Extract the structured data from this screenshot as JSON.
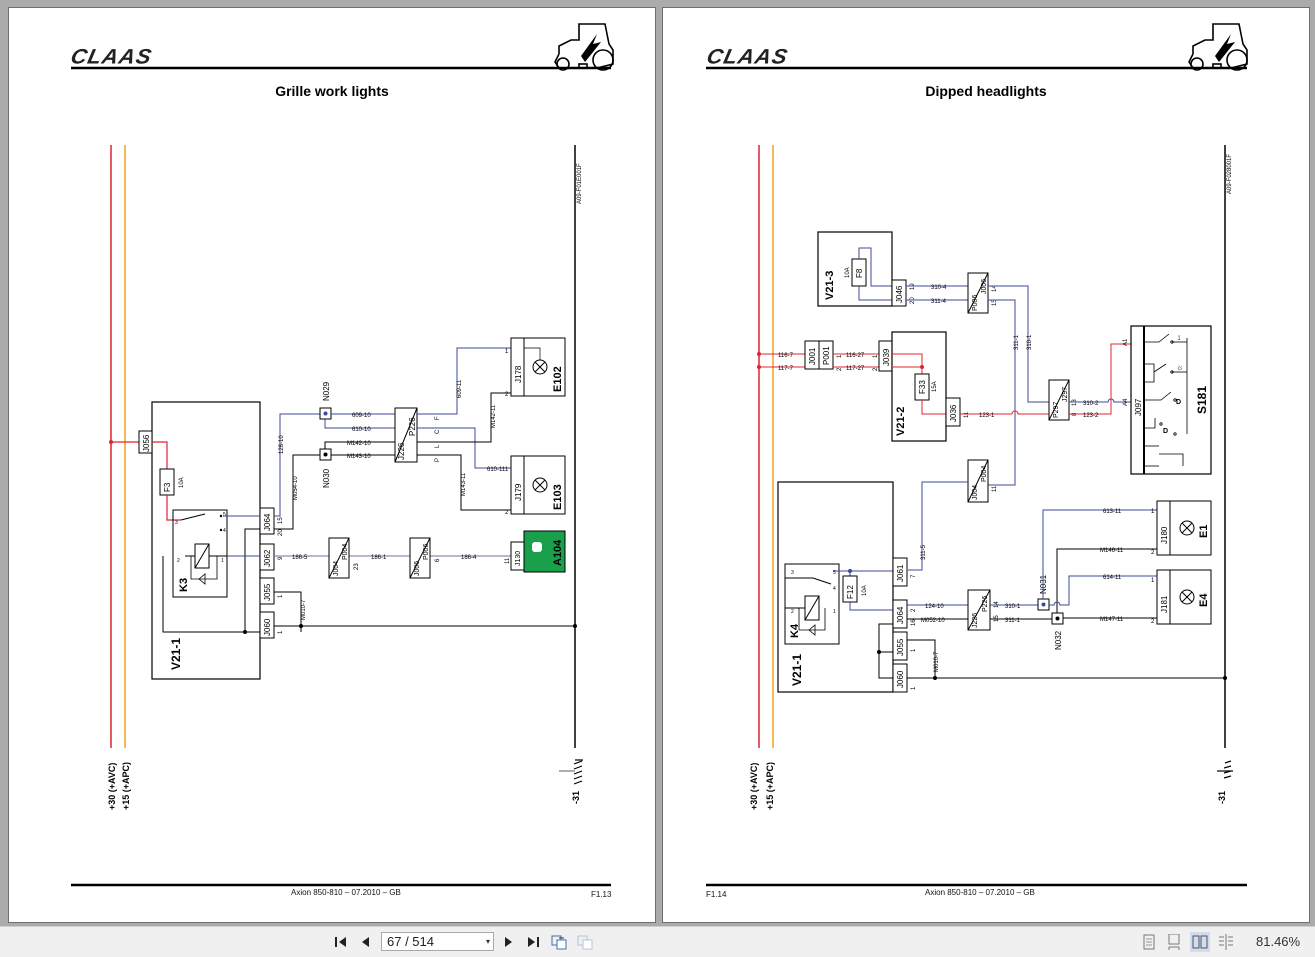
{
  "viewer": {
    "page_indicator": "67 / 514",
    "zoom_level": "81.46%",
    "nav": {
      "first": "first-page",
      "prev": "previous-page",
      "next": "next-page",
      "last": "last-page"
    },
    "view_modes": [
      "single-page",
      "continuous",
      "two-page",
      "two-page-continuous"
    ],
    "active_view_mode": "two-page"
  },
  "colors": {
    "wire_red": "#e0242f",
    "wire_orange": "#f0a020",
    "wire_blue": "#3c4a9a",
    "module_green": "#1aa04a"
  },
  "left_page": {
    "logo": "CLAAS",
    "title": "Grille work lights",
    "doc_code": "A09-F01E001F",
    "footer_center": "Axion 850-810 – 07.2010 – GB",
    "footer_page": "F1.13",
    "rails": {
      "plus30": "+30 (+AVC)",
      "plus15": "+15 (+APC)",
      "ground": "-31"
    },
    "labels": {
      "module": "V21-1",
      "relay": "K3",
      "fuse": "F3",
      "fuse_rating": "10A",
      "j056": "J056",
      "j064": "J064",
      "j062": "J062",
      "j055": "J055",
      "j060": "J060",
      "pin15": "15",
      "pin20": "20",
      "pin9": "9",
      "pin1a": "1",
      "pin1b": "1",
      "r3": "3",
      "r5": "5",
      "r4": "4",
      "r2": "2",
      "r1": "1",
      "w128": "128-10",
      "wM054": "M054-10",
      "wM010": "M010-7",
      "n029": "N029",
      "n030": "N030",
      "w609_10": "609-10",
      "w610_10": "610-10",
      "wM142_10": "M142-10",
      "wM143_10": "M143-10",
      "j226": "J226",
      "p226": "P226",
      "pinF": "F",
      "pinC": "C",
      "pinL": "L",
      "pinP": "P",
      "w609_11": "609-11",
      "wM142_11": "M142-11",
      "w610_11": "610-11",
      "wM143_11": "M143-11",
      "j178": "J178",
      "e102": "E102",
      "j179": "J179",
      "e103": "E103",
      "lp1a": "1",
      "lp2a": "2",
      "lp1b": "1",
      "lp2b": "2",
      "w186_5": "186-5",
      "j004": "J004",
      "p004": "P004",
      "pin23": "23",
      "w186_1": "186-1",
      "j006": "J006",
      "p006": "P006",
      "pin6": "6",
      "w186_4": "186-4",
      "pin11": "11",
      "j130": "J130",
      "a104": "A104"
    }
  },
  "right_page": {
    "logo": "CLAAS",
    "title": "Dipped headlights",
    "doc_code": "A09-F028001F",
    "footer_center": "Axion 850-810 – 07.2010 – GB",
    "footer_page": "F1.14",
    "rails": {
      "plus30": "+30 (+AVC)",
      "plus15": "+15 (+APC)",
      "ground": "-31"
    },
    "labels": {
      "v21_3": "V21-3",
      "f8": "F8",
      "f8_rating": "10A",
      "j046": "J046",
      "pin19": "19",
      "pin20": "20",
      "w310_4": "310-4",
      "w311_4": "311-4",
      "p006": "P006",
      "j006": "J006",
      "pin14": "14",
      "pin15": "15",
      "w311_1": "311-1",
      "w310_1": "310-1",
      "w116_7": "116-7",
      "w117_7": "117-7",
      "j001": "J001",
      "p001": "P001",
      "p1": "1",
      "p2": "2",
      "w116_27": "116-27",
      "w117_27": "117-27",
      "j039": "J039",
      "q1": "1",
      "q2": "2",
      "v21_2": "V21-2",
      "f33": "F33",
      "f33_rating": "15A",
      "j036": "J036",
      "pin11": "11",
      "w123_1": "123-1",
      "p297": "P297",
      "j297": "J297",
      "pin13": "13",
      "pin8": "8",
      "w310_2": "310-2",
      "w123_2": "123-2",
      "a1": "A1",
      "a4": "A4",
      "j097": "J097",
      "s181": "S181",
      "j004": "J004",
      "p004": "P004",
      "pin11b": "11",
      "w311_5": "311-5",
      "v21_1": "V21-1",
      "k4": "K4",
      "f12": "F12",
      "f12_rating": "10A",
      "j061": "J061",
      "pin7": "7",
      "j064": "J064",
      "pin2": "2",
      "pin16": "16",
      "j055": "J055",
      "j060": "J060",
      "pin1a": "1",
      "pin1b": "1",
      "r3": "3",
      "r5": "5",
      "r4": "4",
      "r2": "2",
      "r1": "1",
      "w124_10": "124-10",
      "wM052_10": "M052-10",
      "wM010_7": "M010-7",
      "j226": "J226",
      "p226": "P226",
      "pin14b": "14",
      "pin15b": "15",
      "w310_1b": "310-1",
      "w311_1b": "311-1",
      "n031": "N031",
      "n032": "N032",
      "w613_11": "613-11",
      "wM146_11": "M146-11",
      "w614_11": "614-11",
      "wM147_11": "M147-11",
      "j180": "J180",
      "e1": "E1",
      "j181": "J181",
      "e4": "E4",
      "lp1a": "1",
      "lp2a": "2",
      "lp1b": "1",
      "lp2b": "2"
    }
  }
}
